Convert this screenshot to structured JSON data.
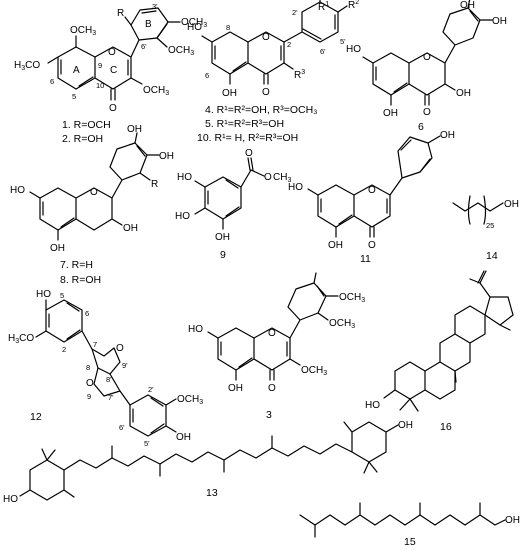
{
  "figure": {
    "compound_1_2": {
      "substituents": {
        "r": "R",
        "ome": "OCH",
        "ome3": "3",
        "h3co_a": "H",
        "h3co_b": "3",
        "h3co_c": "CO",
        "oxo": "O",
        "ring_o": "O"
      },
      "ring_labels": {
        "a": "A",
        "b": "B",
        "c": "C"
      },
      "positions": {
        "p3p": "3'",
        "p6p": "6'",
        "p5": "5",
        "p6": "6",
        "p9": "9",
        "p10": "10"
      },
      "captions": [
        "1. R=OCH",
        "2. R=OH"
      ]
    },
    "compound_4_5_10": {
      "substituents": {
        "ho": "HO",
        "oh": "OH",
        "r1": "R",
        "r1_sub": "1",
        "r2": "R",
        "r2_sub": "2",
        "r3": "R",
        "r3_sub": "3",
        "oxo": "O",
        "ring_o": "O"
      },
      "positions": {
        "p8": "8",
        "p6": "6",
        "p2p": "2'",
        "p5p": "5'",
        "p6p": "6'",
        "p2": "2"
      },
      "captions": [
        "4. R¹=R²=OH, R³=OCH₃",
        "5. R¹=R²=R³=OH",
        "10. R¹= H, R²=R³=OH"
      ]
    },
    "compound_6": {
      "labels": {
        "ho": "HO",
        "oh_a": "OH",
        "oh_b": "OH",
        "oh_c": "OH",
        "oh_d": "OH",
        "oxo": "O",
        "ring_o": "O"
      },
      "number": "6"
    },
    "compound_7_8": {
      "labels": {
        "ho": "HO",
        "oh_a": "OH",
        "oh_b": "OH",
        "oh_c": "OH",
        "oh_d": "OH",
        "r": "R",
        "ring_o": "O"
      },
      "captions": [
        "7. R=H",
        "8. R=OH"
      ]
    },
    "compound_9": {
      "labels": {
        "ho_a": "HO",
        "ho_b": "HO",
        "oh": "OH",
        "ome": "O",
        "me": "CH",
        "me3": "3",
        "oxo": "O"
      },
      "number": "9"
    },
    "compound_11": {
      "labels": {
        "ho": "HO",
        "oh_a": "OH",
        "oh_b": "OH",
        "oxo": "O",
        "ring_o": "O"
      },
      "number": "11"
    },
    "compound_14": {
      "labels": {
        "oh": "OH",
        "chain": "25"
      },
      "number": "14"
    },
    "compound_12": {
      "labels": {
        "ho_top": "HO",
        "h3co": "H",
        "h3co3": "3",
        "h3coc": "CO",
        "och3": "OCH",
        "och33": "3",
        "oh_bottom": "OH",
        "o_a": "O",
        "o_b": "O"
      },
      "positions": {
        "p5": "5",
        "p6": "6",
        "p7": "7",
        "p9p": "9'",
        "p2": "2",
        "p8": "8",
        "p8p": "8'",
        "p9": "9",
        "p7p": "7'",
        "p2p": "2'",
        "p6p": "6'",
        "p5p": "5'"
      },
      "number": "12"
    },
    "compound_3": {
      "labels": {
        "ho": "HO",
        "oh": "OH",
        "och3_a": "OCH",
        "och3_b": "OCH",
        "och3_c": "OCH",
        "sub3": "3",
        "oxo": "O",
        "ring_o": "O"
      },
      "number": "3"
    },
    "compound_16": {
      "labels": {
        "ho": "HO"
      },
      "number": "16"
    },
    "compound_13": {
      "labels": {
        "ho": "HO",
        "oh": "OH"
      },
      "number": "13"
    },
    "compound_15": {
      "labels": {
        "oh": "OH"
      },
      "number": "15"
    }
  }
}
